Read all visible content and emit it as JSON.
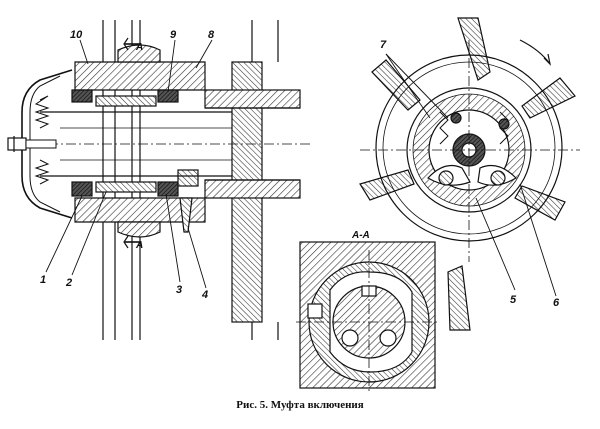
{
  "caption": "Рис. 5. Муфта включения",
  "section_label": "А-А",
  "section_marks": [
    "А",
    "А"
  ],
  "callouts": [
    "10",
    "9",
    "8",
    "1",
    "2",
    "3",
    "4",
    "7",
    "5",
    "6"
  ],
  "colors": {
    "ink": "#111111",
    "hatch": "#333333",
    "paper": "#ffffff"
  }
}
